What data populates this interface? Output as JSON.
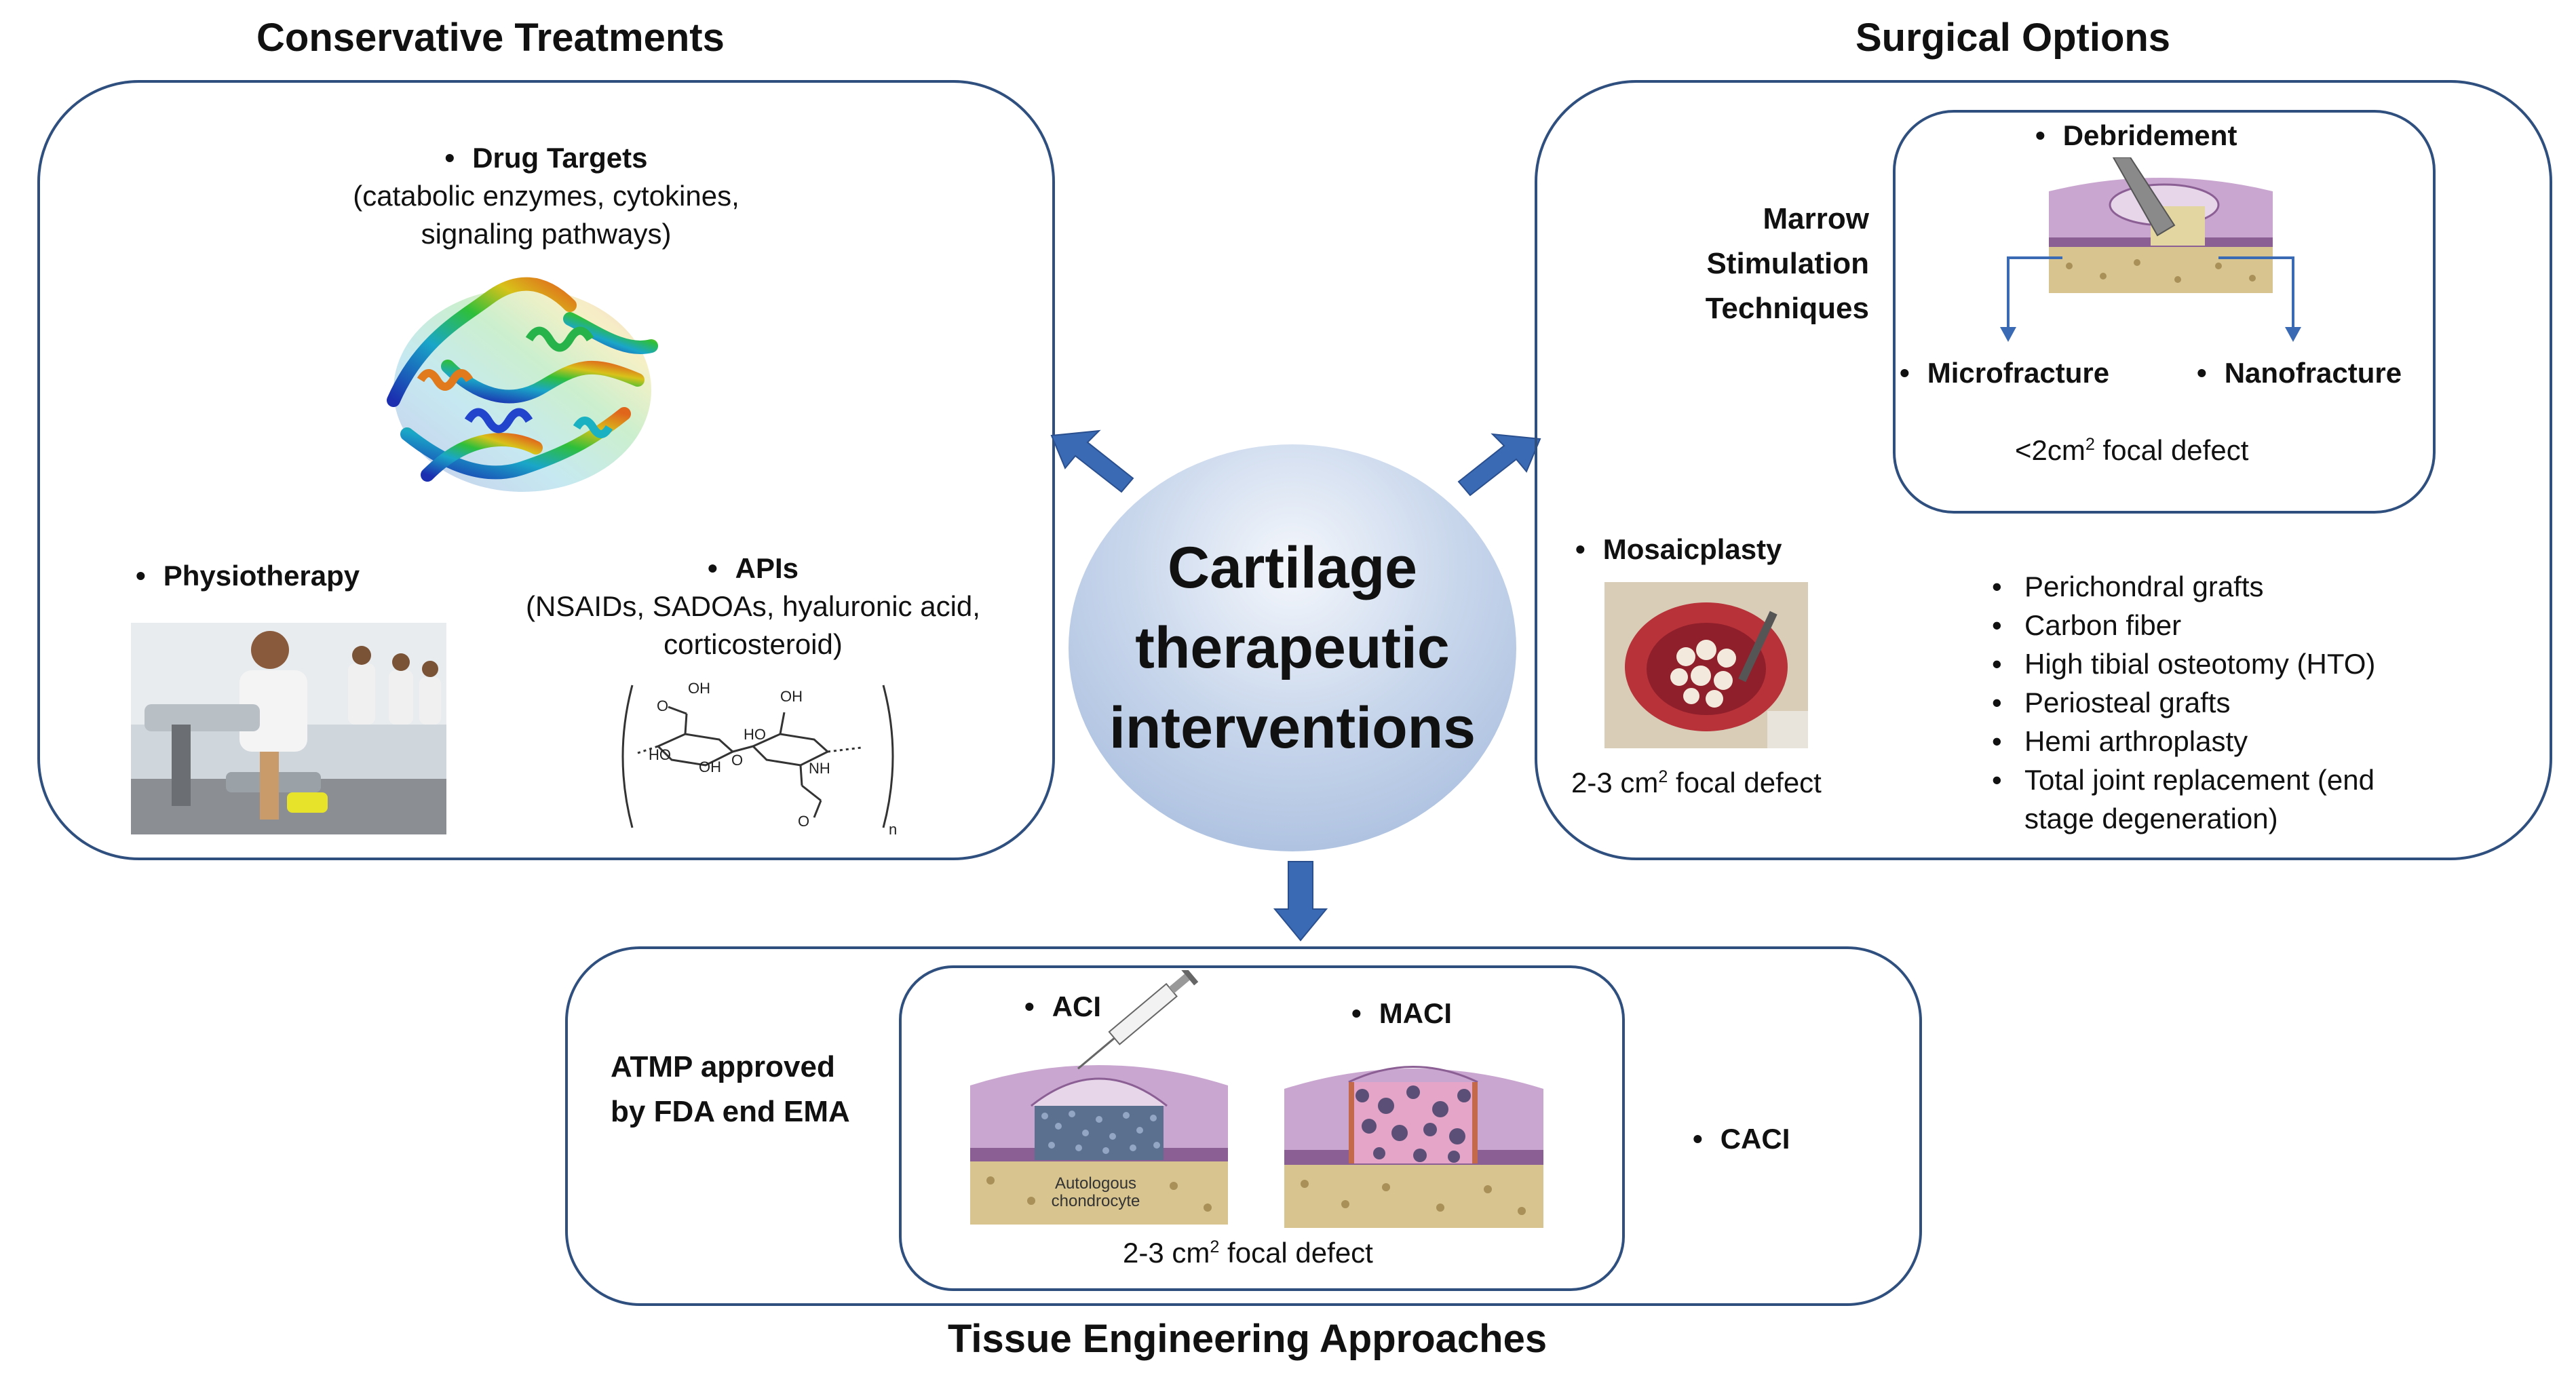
{
  "center": {
    "line1": "Cartilage",
    "line2": "therapeutic",
    "line3": "interventions"
  },
  "conservative": {
    "title": "Conservative Treatments",
    "drug_targets": {
      "label": "Drug Targets",
      "detail_line1": "(catabolic enzymes, cytokines,",
      "detail_line2": "signaling pathways)"
    },
    "physiotherapy": {
      "label": "Physiotherapy"
    },
    "apis": {
      "label": "APIs",
      "detail_line1": "(NSAIDs, SADOAs, hyaluronic acid,",
      "detail_line2": "corticosteroid)"
    },
    "molecule_labels": [
      "OH",
      "O",
      "HO",
      "HO",
      "OH",
      "O",
      "OH",
      "NH",
      "O",
      "n"
    ]
  },
  "surgical": {
    "title": "Surgical Options",
    "marrow": {
      "line1": "Marrow",
      "line2": "Stimulation",
      "line3": "Techniques"
    },
    "debridement": "Debridement",
    "microfracture": "Microfracture",
    "nanofracture": "Nanofracture",
    "small_defect": {
      "prefix": "<2cm",
      "sup": "2",
      "suffix": " focal defect"
    },
    "mosaicplasty": "Mosaicplasty",
    "mosaic_defect": {
      "prefix": "2-3 cm",
      "sup": "2",
      "suffix": " focal defect"
    },
    "other_options": [
      "Perichondral grafts",
      "Carbon fiber",
      "High tibial osteotomy (HTO)",
      "Periosteal grafts",
      "Hemi arthroplasty",
      "Total joint replacement (end",
      "stage degeneration)"
    ]
  },
  "tissue": {
    "title": "Tissue Engineering Approaches",
    "atmp_line1": "ATMP approved",
    "atmp_line2": "by FDA end EMA",
    "aci": "ACI",
    "maci": "MACI",
    "aci_caption_line1": "Autologous",
    "aci_caption_line2": "chondrocyte",
    "defect": {
      "prefix": "2-3 cm",
      "sup": "2",
      "suffix": " focal defect"
    },
    "caci": "CACI"
  },
  "colors": {
    "panel_border": "#2f4f7f",
    "arrow": "#3a6ab4",
    "cartilage": "#c9a6cf",
    "bone": "#d8c48f"
  }
}
